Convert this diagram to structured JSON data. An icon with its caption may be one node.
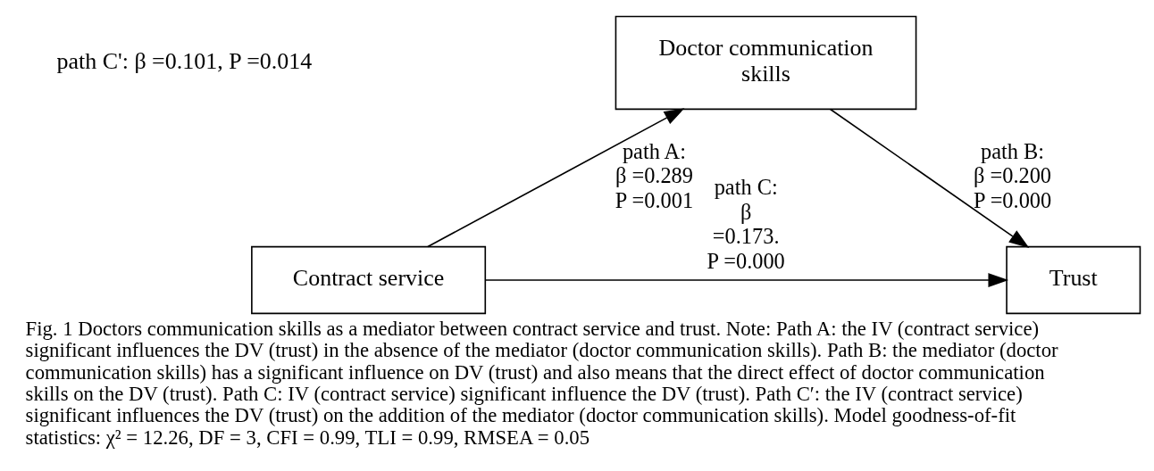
{
  "diagram": {
    "caption": "Fig. 1 Doctors communication skills as a mediator between contract service and trust. Note: Path A: the IV (contract service) significant influences the DV (trust) in the absence of the mediator (doctor communication skills). Path B: the mediator (doctor communication skills) has a significant influence on DV (trust) and also means that the direct effect of doctor communication skills on the DV (trust). Path C: IV (contract service) significant influence the DV (trust). Path C′: the IV (contract service) significant influences the DV (trust) on the addition of the mediator (doctor communication skills). Model goodness-of-fit statistics: χ² = 12.26, DF = 3, CFI = 0.99, TLI = 0.99, RMSEA = 0.05",
    "nodes": [
      {
        "text": [
          "Doctor communication skills"
        ]
      },
      {
        "text": [
          "Contract service"
        ]
      },
      {
        "text": [
          "Trust"
        ]
      }
    ],
    "edges": [
      {
        "from": 1,
        "to": 0,
        "arrow": "to",
        "label": "path A: β =0.289 P =0.001"
      },
      {
        "from": 0,
        "to": 2,
        "arrow": "to",
        "label": "path B: β =0.200 P =0.000"
      },
      {
        "from": 1,
        "to": 2,
        "arrow": "to",
        "label": "path C: β =0.173. P =0.000"
      }
    ],
    "labels": [
      "path C': β =0.101, P =0.014"
    ]
  }
}
